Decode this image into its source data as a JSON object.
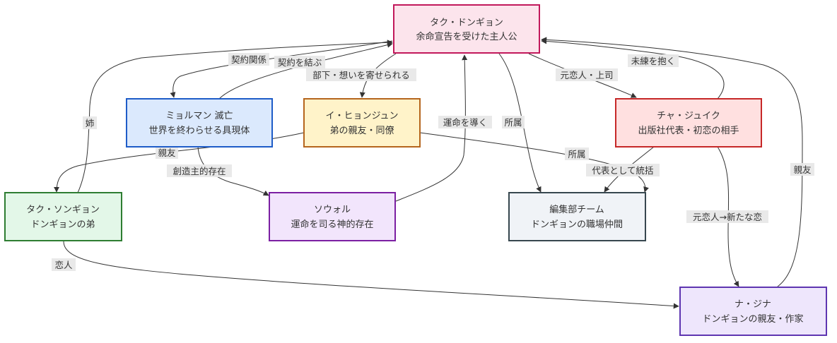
{
  "nodes": [
    {
      "id": "dongyeon",
      "line1": "タク・ドンギョン",
      "line2": "余命宣告を受けた主人公",
      "fill": "#fce4ec",
      "stroke": "#c2185b"
    },
    {
      "id": "myolman",
      "line1": "ミョルマン 滅亡",
      "line2": "世界を終わらせる具現体",
      "fill": "#dbe9fd",
      "stroke": "#1e5cc8"
    },
    {
      "id": "hyunjun",
      "line1": "イ・ヒョンジュン",
      "line2": "弟の親友・同僚",
      "fill": "#fff3c9",
      "stroke": "#b5651d"
    },
    {
      "id": "jaik",
      "line1": "チャ・ジュイク",
      "line2": "出版社代表・初恋の相手",
      "fill": "#ffe0e0",
      "stroke": "#c62828"
    },
    {
      "id": "sunkyung",
      "line1": "タク・ソンギョン",
      "line2": "ドンギョンの弟",
      "fill": "#e3f7e8",
      "stroke": "#2e7d32"
    },
    {
      "id": "sowol",
      "line1": "ソウォル",
      "line2": "運命を司る神的存在",
      "fill": "#f2e5fc",
      "stroke": "#7b1fa2"
    },
    {
      "id": "team",
      "line1": "編集部チーム",
      "line2": "ドンギョンの職場仲間",
      "fill": "#f0f3f7",
      "stroke": "#37474f"
    },
    {
      "id": "jina",
      "line1": "ナ・ジナ",
      "line2": "ドンギョンの親友・作家",
      "fill": "#eee6fc",
      "stroke": "#5e35b1"
    }
  ],
  "edges": [
    {
      "id": "contract-relation",
      "label": "契約関係"
    },
    {
      "id": "make-contract",
      "label": "契約を結ぶ"
    },
    {
      "id": "subordinate",
      "label": "部下・想いを寄せられる"
    },
    {
      "id": "ex-lover-boss",
      "label": "元恋人・上司"
    },
    {
      "id": "lingering",
      "label": "未練を抱く"
    },
    {
      "id": "older-sister",
      "label": "姉"
    },
    {
      "id": "best-friend-sk",
      "label": "親友"
    },
    {
      "id": "creator",
      "label": "創造主的存在"
    },
    {
      "id": "guides-fate",
      "label": "運命を導く"
    },
    {
      "id": "belongs-dy",
      "label": "所属"
    },
    {
      "id": "belongs-hj",
      "label": "所属"
    },
    {
      "id": "leads-team",
      "label": "代表として統括"
    },
    {
      "id": "ex-new-love",
      "label": "元恋人→新たな恋"
    },
    {
      "id": "best-friend-jn",
      "label": "親友"
    },
    {
      "id": "lover",
      "label": "恋人"
    }
  ]
}
